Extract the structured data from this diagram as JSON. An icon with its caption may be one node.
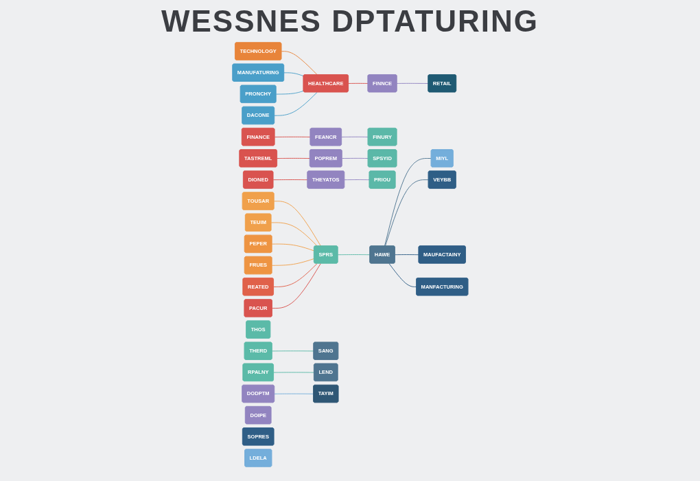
{
  "diagram": {
    "title": "WESSNES DPTATURING",
    "nodes": [
      {
        "text": [
          "TECHNOLOGY"
        ]
      },
      {
        "text": [
          "MANUFATURING"
        ]
      },
      {
        "text": [
          "PRONCHY"
        ]
      },
      {
        "text": [
          "DACONE"
        ]
      },
      {
        "text": [
          "HEALTHCARE"
        ]
      },
      {
        "text": [
          "FINANCE"
        ]
      },
      {
        "text": [
          "TASTREML"
        ]
      },
      {
        "text": [
          "DIONED"
        ]
      },
      {
        "text": [
          "FINNCE"
        ]
      },
      {
        "text": [
          "FEANCR"
        ]
      },
      {
        "text": [
          "POPREM"
        ]
      },
      {
        "text": [
          "THEYATOS"
        ]
      },
      {
        "text": [
          "RETAIL"
        ]
      },
      {
        "text": [
          "FINURY"
        ]
      },
      {
        "text": [
          "SPSYID"
        ]
      },
      {
        "text": [
          "PRIOU"
        ]
      },
      {
        "text": [
          "TOUSAR"
        ]
      },
      {
        "text": [
          "TEUIM"
        ]
      },
      {
        "text": [
          "PEPER"
        ]
      },
      {
        "text": [
          "FRUES"
        ]
      },
      {
        "text": [
          "REATED"
        ]
      },
      {
        "text": [
          "PACUR"
        ]
      },
      {
        "text": [
          "THOS"
        ]
      },
      {
        "text": [
          "SPRS"
        ]
      },
      {
        "text": [
          "THERD"
        ]
      },
      {
        "text": [
          "RPALNY"
        ]
      },
      {
        "text": [
          "DODPTM"
        ]
      },
      {
        "text": [
          "DOIPE"
        ]
      },
      {
        "text": [
          "HAWE"
        ]
      },
      {
        "text": [
          "SANG"
        ]
      },
      {
        "text": [
          "LEND"
        ]
      },
      {
        "text": [
          "TAYIM"
        ]
      },
      {
        "text": [
          "SOPRES"
        ]
      },
      {
        "text": [
          "MIYL"
        ]
      },
      {
        "text": [
          "LDELA"
        ]
      },
      {
        "text": [
          "VEYBB"
        ]
      },
      {
        "text": [
          "MAUFACTAINY"
        ]
      },
      {
        "text": [
          "MANFACTURING"
        ]
      }
    ],
    "edges": [
      {
        "from": 0,
        "to": 4,
        "arrow": "none",
        "color": "#e8843a"
      },
      {
        "from": 1,
        "to": 4,
        "arrow": "none",
        "color": "#4a9fc9"
      },
      {
        "from": 2,
        "to": 4,
        "arrow": "none",
        "color": "#4a9fc9"
      },
      {
        "from": 3,
        "to": 4,
        "arrow": "none",
        "color": "#4a9fc9"
      },
      {
        "from": 4,
        "to": 8,
        "arrow": "none",
        "color": "#d9534f"
      },
      {
        "from": 5,
        "to": 9,
        "arrow": "none",
        "color": "#d9534f"
      },
      {
        "from": 6,
        "to": 10,
        "arrow": "none",
        "color": "#d9534f"
      },
      {
        "from": 7,
        "to": 11,
        "arrow": "none",
        "color": "#d9534f"
      },
      {
        "from": 8,
        "to": 12,
        "arrow": "none",
        "color": "#9284c0"
      },
      {
        "from": 9,
        "to": 13,
        "arrow": "none",
        "color": "#9284c0"
      },
      {
        "from": 10,
        "to": 14,
        "arrow": "none",
        "color": "#9284c0"
      },
      {
        "from": 11,
        "to": 15,
        "arrow": "none",
        "color": "#9284c0"
      },
      {
        "from": 16,
        "to": 23,
        "arrow": "none",
        "color": "#f0a04b"
      },
      {
        "from": 17,
        "to": 23,
        "arrow": "none",
        "color": "#f0a04b"
      },
      {
        "from": 18,
        "to": 23,
        "arrow": "none",
        "color": "#f0a04b"
      },
      {
        "from": 19,
        "to": 23,
        "arrow": "none",
        "color": "#f0a04b"
      },
      {
        "from": 20,
        "to": 23,
        "arrow": "none",
        "color": "#e0614a"
      },
      {
        "from": 21,
        "to": 23,
        "arrow": "none",
        "color": "#d9534f"
      },
      {
        "from": 23,
        "to": 28,
        "arrow": "none",
        "color": "#5bbaa8"
      },
      {
        "from": 24,
        "to": 29,
        "arrow": "none",
        "color": "#5bbaa8"
      },
      {
        "from": 25,
        "to": 30,
        "arrow": "none",
        "color": "#5bbaa8"
      },
      {
        "from": 26,
        "to": 31,
        "arrow": "none",
        "color": "#74aedb"
      },
      {
        "from": 28,
        "to": 33,
        "arrow": "none",
        "color": "#4f7590"
      },
      {
        "from": 28,
        "to": 35,
        "arrow": "none",
        "color": "#4f7590"
      },
      {
        "from": 28,
        "to": 36,
        "arrow": "none",
        "color": "#2f5e86"
      },
      {
        "from": 28,
        "to": 37,
        "arrow": "none",
        "color": "#2f5e86"
      }
    ]
  }
}
